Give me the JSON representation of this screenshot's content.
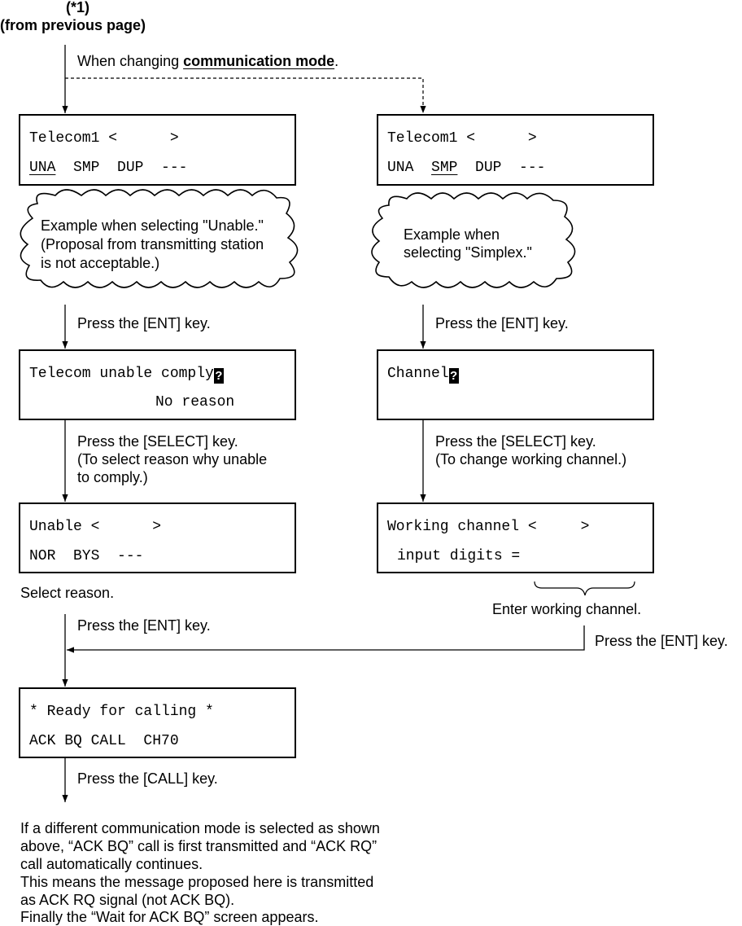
{
  "start": {
    "ref": "(*1)",
    "from": "(from previous page)",
    "when_prefix": "When changing ",
    "when_term": "communication mode",
    "when_suffix": "."
  },
  "left": {
    "screen1": {
      "line1": "Telecom1 <      >",
      "options": [
        "UNA",
        "SMP",
        "DUP",
        "---"
      ]
    },
    "cloud": [
      "Example when selecting \"Unable.\"",
      "(Proposal from transmitting station",
      "is not acceptable.)"
    ],
    "step1": "Press the [ENT] key.",
    "screen2": {
      "line1": "Telecom unable comply",
      "mark": "?",
      "line2": "No reason"
    },
    "step2": [
      "Press the [SELECT] key.",
      "(To select reason why unable",
      "to comply.)"
    ],
    "screen3": {
      "line1": "Unable <      >",
      "line2": "NOR  BYS  ---"
    },
    "select_reason": "Select reason.",
    "step3": "Press the [ENT] key."
  },
  "right": {
    "screen1": {
      "line1": "Telecom1 <      >",
      "options": [
        "UNA",
        "SMP",
        "DUP",
        "---"
      ]
    },
    "cloud": [
      "Example when",
      "selecting \"Simplex.\""
    ],
    "step1": "Press the [ENT] key.",
    "screen2": {
      "line1": "Channel",
      "mark": "?"
    },
    "step2": [
      "Press the [SELECT] key.",
      "(To change working channel.)"
    ],
    "screen3": {
      "line1": "Working channel <     >",
      "line2": "input digits ="
    },
    "enter_channel": "Enter working channel.",
    "step3": "Press the [ENT] key."
  },
  "final": {
    "screen": {
      "line1": "* Ready for calling *",
      "line2": "ACK BQ CALL  CH70"
    },
    "step": "Press the [CALL] key.",
    "note": [
      "If a different communication mode is selected as shown",
      "above, “ACK BQ” call is first transmitted and “ACK RQ”",
      "call automatically continues.",
      "This means the message proposed here is transmitted",
      "as ACK RQ signal (not ACK BQ).",
      "Finally the “Wait for ACK BQ” screen appears."
    ]
  }
}
